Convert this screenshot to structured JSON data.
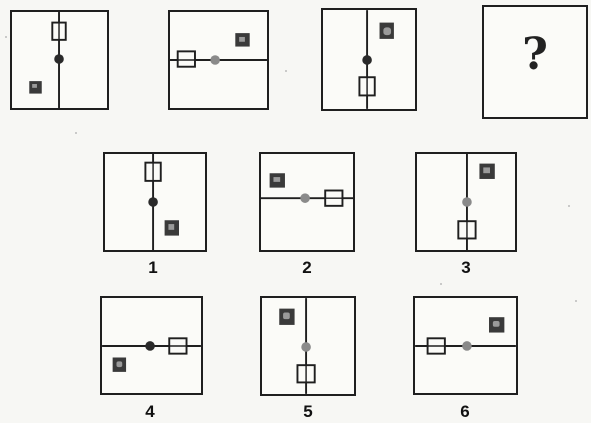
{
  "question_mark": "?",
  "options": [
    {
      "label": "1"
    },
    {
      "label": "2"
    },
    {
      "label": "3"
    },
    {
      "label": "4"
    },
    {
      "label": "5"
    },
    {
      "label": "6"
    }
  ],
  "colors": {
    "line": "#1f1f1f",
    "open_square": "#1f1f1f",
    "shaded_square": "#3a3a3a",
    "dot_dark": "#2a2a2a",
    "dot_gray": "#8a8a8a"
  }
}
